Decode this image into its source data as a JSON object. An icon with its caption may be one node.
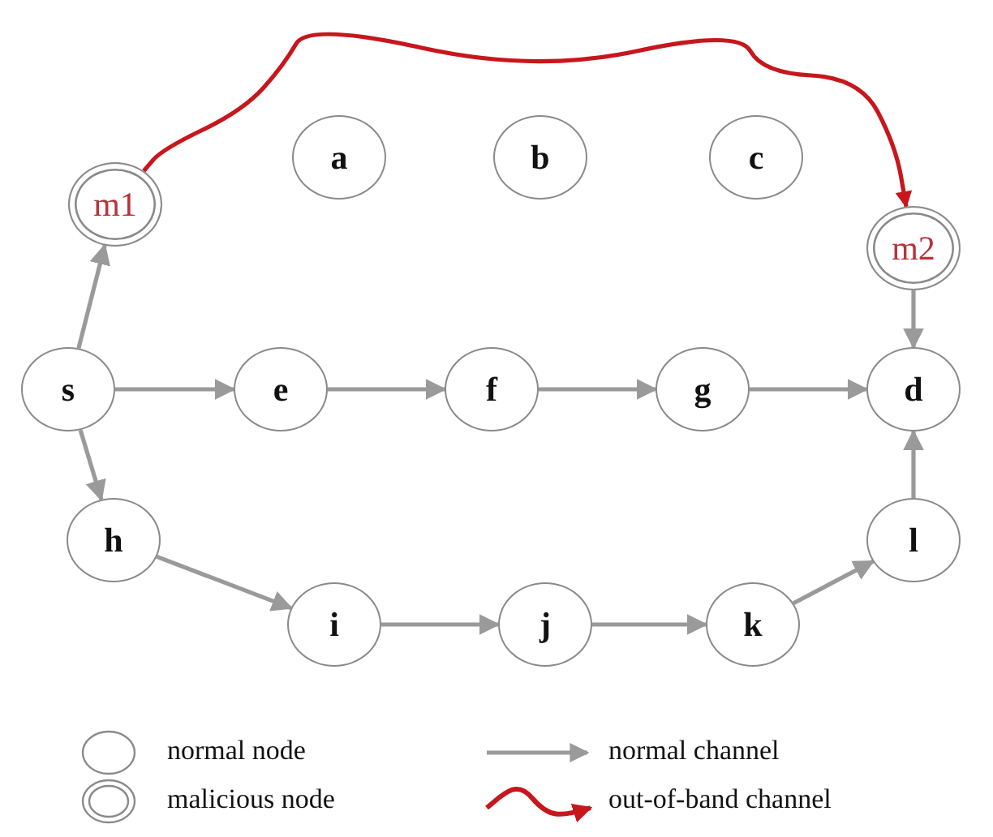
{
  "diagram": {
    "nodes": [
      {
        "text": [
          "a"
        ]
      },
      {
        "text": [
          "b"
        ]
      },
      {
        "text": [
          "c"
        ]
      },
      {
        "text": [
          "m1"
        ]
      },
      {
        "text": [
          "m2"
        ]
      },
      {
        "text": [
          "s"
        ]
      },
      {
        "text": [
          "e"
        ]
      },
      {
        "text": [
          "f"
        ]
      },
      {
        "text": [
          "g"
        ]
      },
      {
        "text": [
          "d"
        ]
      },
      {
        "text": [
          "h"
        ]
      },
      {
        "text": [
          "l"
        ]
      },
      {
        "text": [
          "i"
        ]
      },
      {
        "text": [
          "j"
        ]
      },
      {
        "text": [
          "k"
        ]
      }
    ],
    "edges": [
      {
        "from": 5,
        "to": 3,
        "arrow": "to"
      },
      {
        "from": 3,
        "to": 4,
        "arrow": "to",
        "color": "#c8161d"
      },
      {
        "from": 4,
        "to": 9,
        "arrow": "to"
      },
      {
        "from": 5,
        "to": 6,
        "arrow": "to"
      },
      {
        "from": 6,
        "to": 7,
        "arrow": "to"
      },
      {
        "from": 7,
        "to": 8,
        "arrow": "to"
      },
      {
        "from": 8,
        "to": 9,
        "arrow": "to"
      },
      {
        "from": 5,
        "to": 10,
        "arrow": "to"
      },
      {
        "from": 10,
        "to": 12,
        "arrow": "to"
      },
      {
        "from": 12,
        "to": 13,
        "arrow": "to"
      },
      {
        "from": 13,
        "to": 14,
        "arrow": "to"
      },
      {
        "from": 14,
        "to": 11,
        "arrow": "to"
      },
      {
        "from": 11,
        "to": 9,
        "arrow": "to"
      }
    ],
    "legend": [
      {
        "text": "normal node"
      },
      {
        "text": "malicious node"
      },
      {
        "text": "normal channel"
      },
      {
        "text": "out-of-band channel"
      }
    ]
  }
}
